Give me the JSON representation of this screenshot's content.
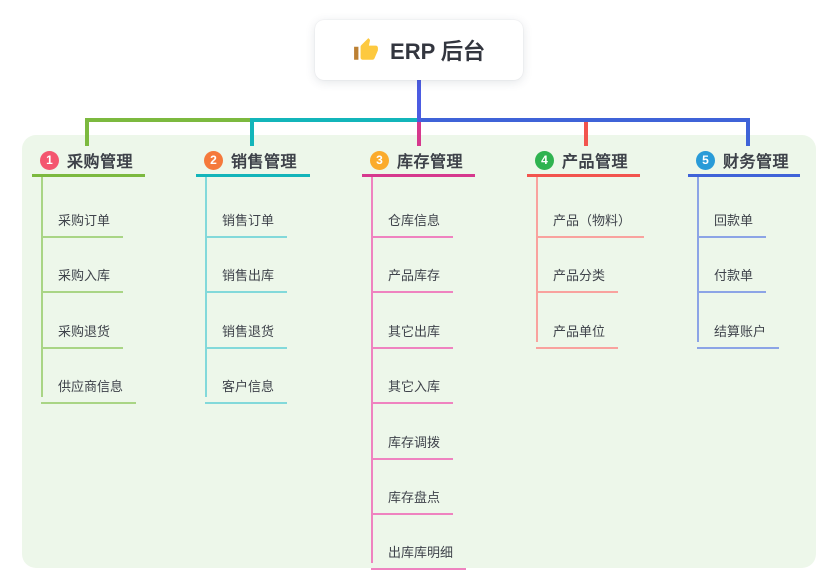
{
  "root": {
    "title": "ERP 后台",
    "icon": "thumbs-up-icon",
    "connector_color": "#4c5ce2"
  },
  "canvas": {
    "background": "#ffffff",
    "panel_background": "#edf7ea"
  },
  "branches": [
    {
      "index": "1",
      "title": "采购管理",
      "badge_color": "#f4566e",
      "line_color": "#7cb93f",
      "sub_line_color": "#a9d585",
      "items": [
        "采购订单",
        "采购入库",
        "采购退货",
        "供应商信息"
      ]
    },
    {
      "index": "2",
      "title": "销售管理",
      "badge_color": "#f5793b",
      "line_color": "#13b5ba",
      "sub_line_color": "#82d9da",
      "items": [
        "销售订单",
        "销售出库",
        "销售退货",
        "客户信息"
      ]
    },
    {
      "index": "3",
      "title": "库存管理",
      "badge_color": "#fbab2c",
      "line_color": "#d6398e",
      "sub_line_color": "#ef83c0",
      "items": [
        "仓库信息",
        "产品库存",
        "其它出库",
        "其它入库",
        "库存调拨",
        "库存盘点",
        "出库库明细"
      ]
    },
    {
      "index": "4",
      "title": "产品管理",
      "badge_color": "#2fb350",
      "line_color": "#f2544e",
      "sub_line_color": "#f9a29e",
      "items": [
        "产品（物料）",
        "产品分类",
        "产品单位"
      ]
    },
    {
      "index": "5",
      "title": "财务管理",
      "badge_color": "#299bd8",
      "line_color": "#3f63d8",
      "sub_line_color": "#8ca4e6",
      "items": [
        "回款单",
        "付款单",
        "结算账户"
      ]
    }
  ]
}
